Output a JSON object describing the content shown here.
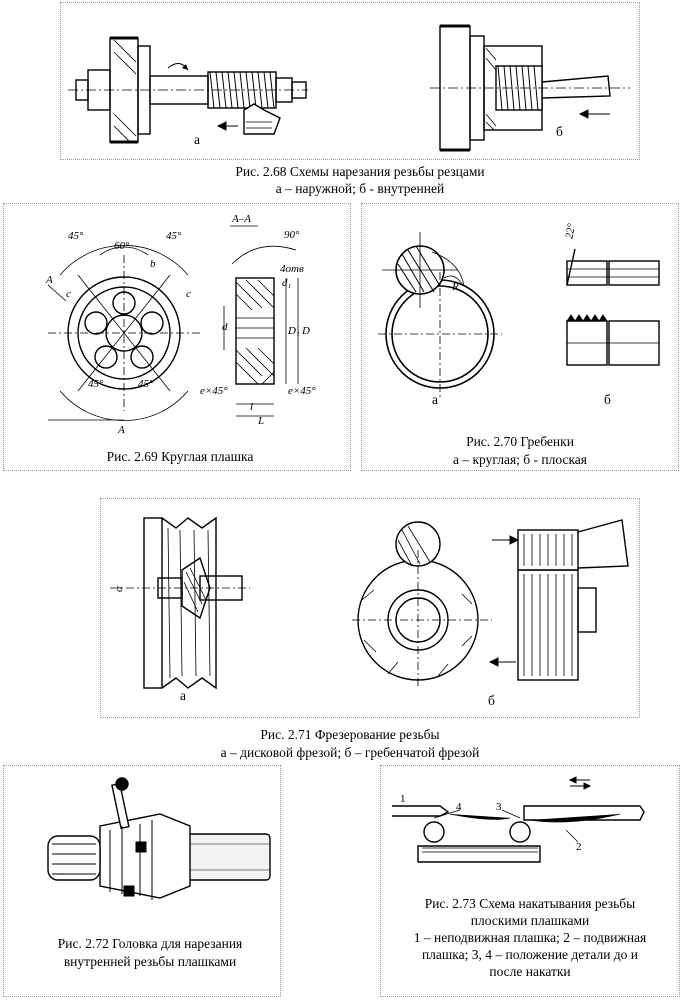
{
  "figures": {
    "fig268": {
      "caption_line1": "Рис. 2.68 Схемы нарезания резьбы резцами",
      "caption_line2": "а – наружной; б - внутренней",
      "label_a": "а",
      "label_b": "б"
    },
    "fig269": {
      "caption": "Рис. 2.69 Круглая плашка",
      "section": "А–А",
      "dims": {
        "angle45": "45°",
        "angle60": "60°",
        "angle90": "90°",
        "b": "b",
        "c": "c",
        "A": "А",
        "holes": "4отв",
        "d1": "d₁",
        "d": "d",
        "D1": "D₁",
        "D": "D",
        "chamfer": "e×45°",
        "l": "l",
        "L": "L"
      }
    },
    "fig270": {
      "caption_line1": "Рис. 2.70 Гребенки",
      "caption_line2": "а – круглая; б - плоская",
      "label_a": "а",
      "label_b": "б",
      "angle22": "22°",
      "R": "R"
    },
    "fig271": {
      "caption_line1": "Рис. 2.71 Фрезерование резьбы",
      "caption_line2": "а – дисковой фрезой; б – гребенчатой фрезой",
      "label_a": "а",
      "label_b": "б",
      "alpha": "α"
    },
    "fig272": {
      "caption_line1": "Рис. 2.72 Головка для нарезания",
      "caption_line2": "внутренней резьбы плашками"
    },
    "fig273": {
      "caption_line1": "Рис. 2.73 Схема накатывания резьбы",
      "caption_line2": "плоскими плашками",
      "caption_line3": "1 – неподвижная плашка; 2 – подвижная",
      "caption_line4": "плашка; 3, 4 – положение детали до и",
      "caption_line5": "после накатки",
      "n1": "1",
      "n2": "2",
      "n3": "3",
      "n4": "4"
    }
  }
}
